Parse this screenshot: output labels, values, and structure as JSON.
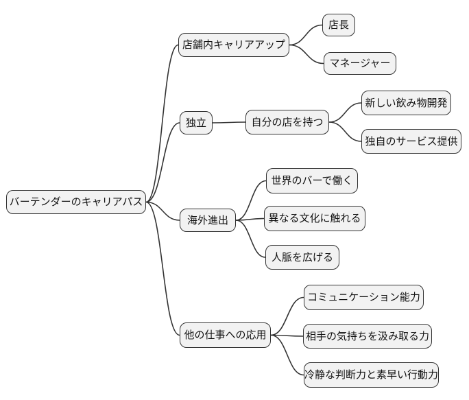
{
  "mindmap": {
    "root": {
      "label": "バーテンダーのキャリアパス"
    },
    "branches": [
      {
        "label": "店舗内キャリアアップ",
        "children": [
          {
            "label": "店長"
          },
          {
            "label": "マネージャー"
          }
        ]
      },
      {
        "label": "独立",
        "children": [
          {
            "label": "自分の店を持つ",
            "children": [
              {
                "label": "新しい飲み物開発"
              },
              {
                "label": "独自のサービス提供"
              }
            ]
          }
        ]
      },
      {
        "label": "海外進出",
        "children": [
          {
            "label": "世界のバーで働く"
          },
          {
            "label": "異なる文化に触れる"
          },
          {
            "label": "人脈を広げる"
          }
        ]
      },
      {
        "label": "他の仕事への応用",
        "children": [
          {
            "label": "コミュニケーション能力"
          },
          {
            "label": "相手の気持ちを汲み取る力"
          },
          {
            "label": "冷静な判断力と素早い行動力"
          }
        ]
      }
    ],
    "colors": {
      "background": "#ffffff",
      "node_fill": "#f2f2f2",
      "node_border": "#333333",
      "edge": "#333333",
      "text": "#111111"
    }
  }
}
